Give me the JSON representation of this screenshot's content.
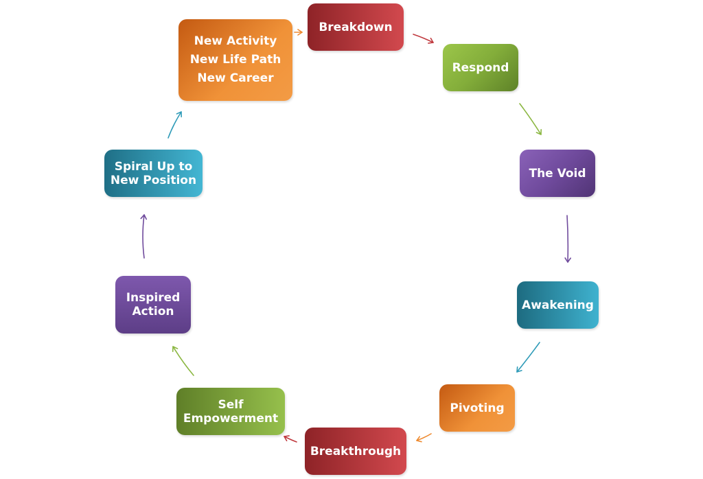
{
  "nodes": {
    "new_activity": {
      "lines": [
        "New Activity",
        "New Life Path",
        "New  Career"
      ]
    },
    "breakdown": {
      "lines": [
        "Breakdown"
      ]
    },
    "respond": {
      "lines": [
        "Respond"
      ]
    },
    "the_void": {
      "lines": [
        "The Void"
      ]
    },
    "awakening": {
      "lines": [
        "Awakening"
      ]
    },
    "pivoting": {
      "lines": [
        "Pivoting"
      ]
    },
    "breakthrough": {
      "lines": [
        "Breakthrough"
      ]
    },
    "self_empowerment": {
      "lines": [
        "Self",
        "Empowerment"
      ]
    },
    "inspired_action": {
      "lines": [
        "Inspired",
        "Action"
      ]
    },
    "spiral_up": {
      "lines": [
        "Spiral Up to",
        "New Position"
      ]
    }
  },
  "colors": {
    "red": "#c0393e",
    "orange": "#ee8a30",
    "green": "#8ab640",
    "purple": "#6f4a9c",
    "teal": "#2f9bb8"
  },
  "edges": [
    {
      "from": "new_activity",
      "to": "breakdown",
      "color": "orange"
    },
    {
      "from": "breakdown",
      "to": "respond",
      "color": "red"
    },
    {
      "from": "respond",
      "to": "the_void",
      "color": "green"
    },
    {
      "from": "the_void",
      "to": "awakening",
      "color": "purple"
    },
    {
      "from": "awakening",
      "to": "pivoting",
      "color": "teal"
    },
    {
      "from": "pivoting",
      "to": "breakthrough",
      "color": "orange"
    },
    {
      "from": "breakthrough",
      "to": "self_empowerment",
      "color": "red"
    },
    {
      "from": "self_empowerment",
      "to": "inspired_action",
      "color": "green"
    },
    {
      "from": "inspired_action",
      "to": "spiral_up",
      "color": "purple"
    },
    {
      "from": "spiral_up",
      "to": "new_activity",
      "color": "teal"
    }
  ]
}
